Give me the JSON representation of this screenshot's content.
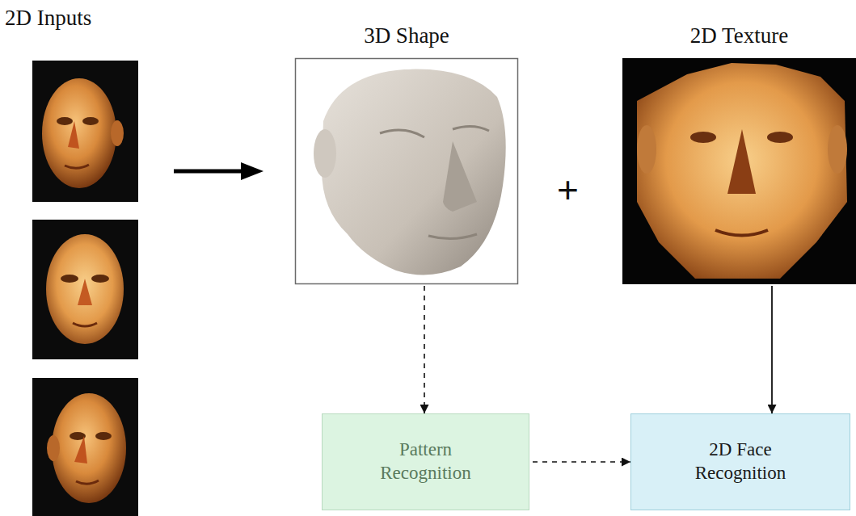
{
  "diagram": {
    "nodes": [
      {
        "text": [
          "3D Shape"
        ]
      },
      {
        "text": [
          "2D Texture"
        ]
      },
      {
        "text": [
          "Pattern Recognition"
        ]
      },
      {
        "text": [
          "2D Face Recognition"
        ]
      }
    ],
    "edges": [
      {
        "from": 0,
        "to": 2,
        "arrow": "to"
      },
      {
        "from": 2,
        "to": 3,
        "arrow": "to"
      },
      {
        "from": 1,
        "to": 3,
        "arrow": "to"
      }
    ],
    "labels": [
      "2D Inputs",
      "+"
    ]
  }
}
